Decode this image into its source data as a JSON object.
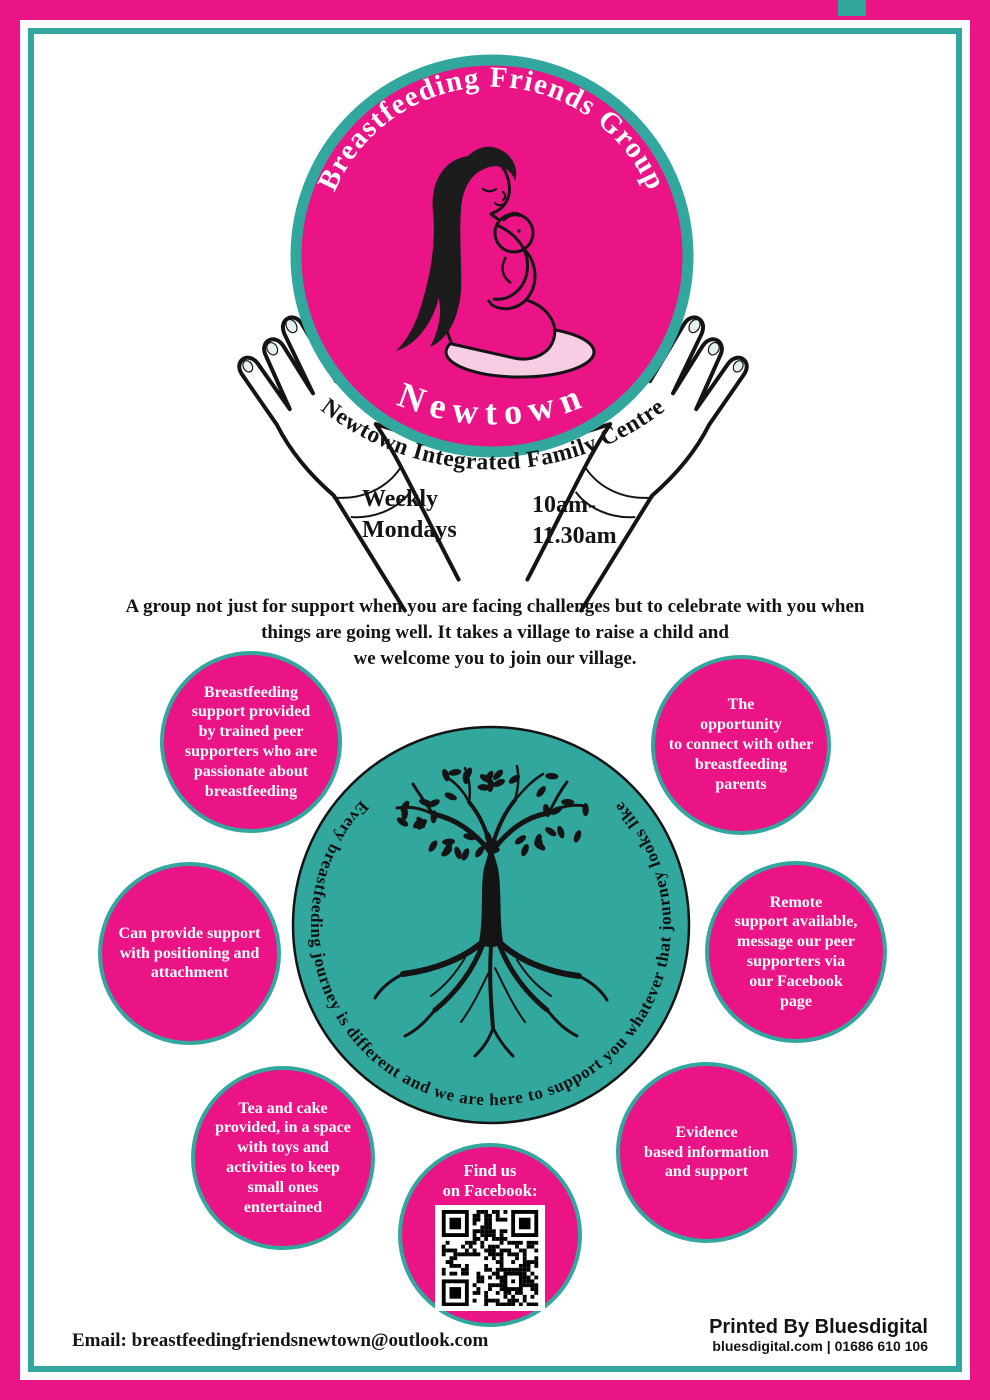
{
  "colors": {
    "pink": "#ea1486",
    "teal": "#31a79e",
    "ink": "#141414"
  },
  "logo": {
    "arc_title": "Breastfeeding Friends Group",
    "town": "Newtown",
    "venue_arc": "Newtown Integrated Family Centre"
  },
  "schedule": {
    "days": "Weekly\nMondays",
    "time": "10am-\n11.30am"
  },
  "intro": "A group not just for support when you are facing challenges but to celebrate with you when\nthings are going well. It takes a village to raise a child and\nwe welcome you to join our village.",
  "tree_arc_text": "Every breastfeeding journey is different and we are here to support you whatever that journey looks like",
  "bubbles": [
    {
      "text": "Breastfeeding\nsupport provided\nby trained peer\nsupporters who are\npassionate about\nbreastfeeding"
    },
    {
      "text": "The\nopportunity\nto connect with other\nbreastfeeding\nparents"
    },
    {
      "text": "Can provide support\nwith positioning and\nattachment"
    },
    {
      "text": "Remote\nsupport available,\nmessage our peer\nsupporters via\nour Facebook\npage"
    },
    {
      "text": "Tea and cake\nprovided, in a space\nwith toys and\nactivities to keep\nsmall ones\nentertained"
    },
    {
      "text": "Evidence\nbased information\nand support"
    }
  ],
  "facebook": {
    "label": "Find us\non Facebook:"
  },
  "footer": {
    "email": "Email: breastfeedingfriendsnewtown@outlook.com",
    "printed_by": "Printed By Bluesdigital",
    "printer_contact": "bluesdigital.com | 01686 610 106"
  }
}
